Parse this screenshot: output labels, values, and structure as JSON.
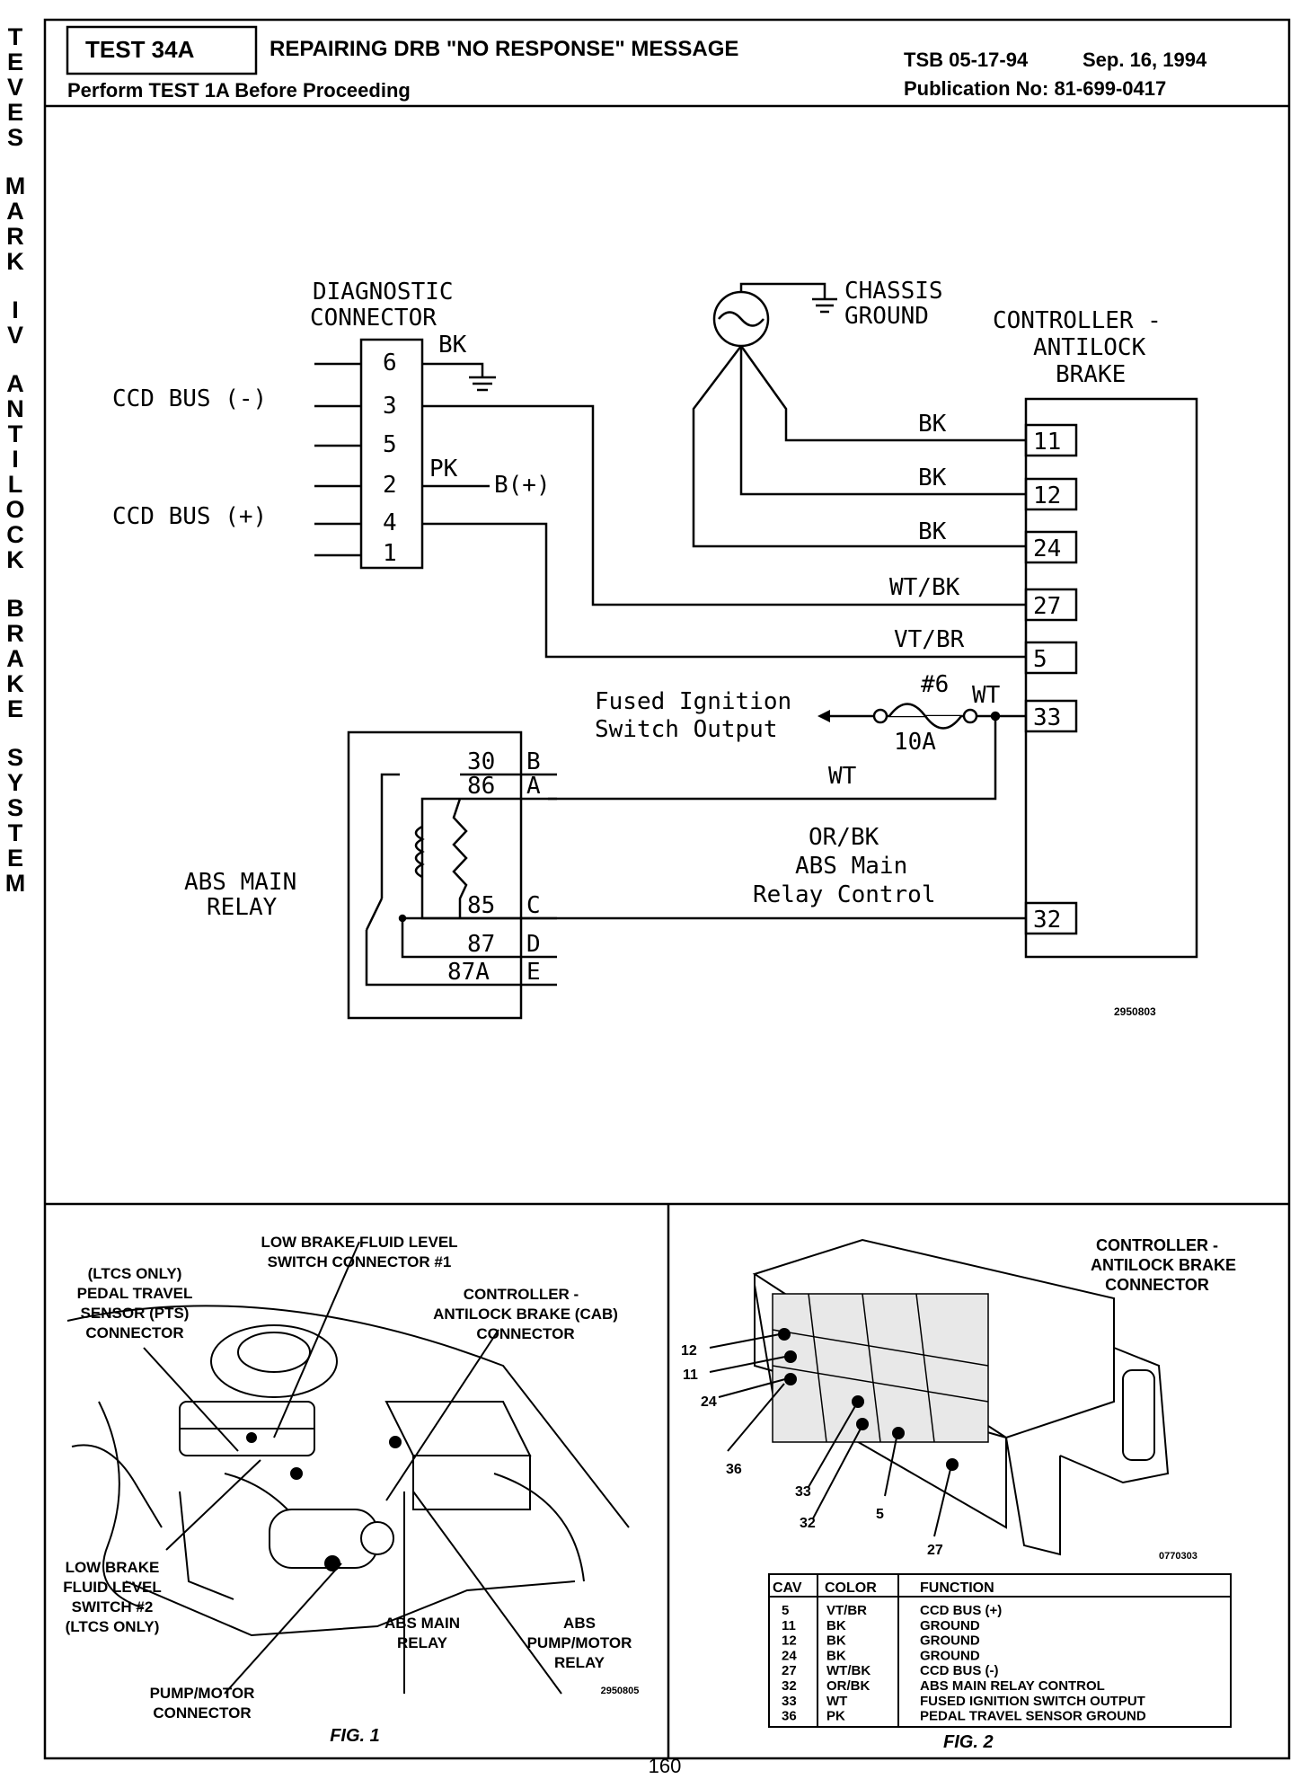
{
  "side_title": "TEVES MARK IV ANTILOCK BRAKE SYSTEM",
  "header": {
    "test_id": "TEST 34A",
    "title": "REPAIRING DRB \"NO RESPONSE\" MESSAGE",
    "tsb": "TSB 05-17-94",
    "date": "Sep. 16, 1994",
    "prerequisite": "Perform TEST 1A Before Proceeding",
    "publication": "Publication No:  81-699-0417"
  },
  "schematic": {
    "diag_connector_title_1": "DIAGNOSTIC",
    "diag_connector_title_2": "CONNECTOR",
    "pins": [
      "6",
      "3",
      "5",
      "2",
      "4",
      "1"
    ],
    "ccd_bus_minus": "CCD BUS (-)",
    "ccd_bus_plus": "CCD BUS (+)",
    "wire_bk_ground": "BK",
    "wire_pk": "PK",
    "b_plus": "B(+)",
    "chassis_ground_1": "CHASSIS",
    "chassis_ground_2": "GROUND",
    "controller_1": "CONTROLLER -",
    "controller_2": "ANTILOCK",
    "controller_3": "BRAKE",
    "controller_wires": [
      {
        "color": "BK",
        "cav": "11"
      },
      {
        "color": "BK",
        "cav": "12"
      },
      {
        "color": "BK",
        "cav": "24"
      },
      {
        "color": "WT/BK",
        "cav": "27"
      },
      {
        "color": "VT/BR",
        "cav": "5"
      },
      {
        "color": "WT",
        "cav": "33"
      },
      {
        "color": "",
        "cav": "32"
      }
    ],
    "fused_1": "Fused Ignition",
    "fused_2": "Switch Output",
    "fuse_no": "#6",
    "fuse_amps": "10A",
    "relay_wire": "WT",
    "relay_ctrl_1": "OR/BK",
    "relay_ctrl_2": "ABS Main",
    "relay_ctrl_3": "Relay Control",
    "relay_name_1": "ABS MAIN",
    "relay_name_2": "RELAY",
    "relay_terminals": [
      {
        "num": "30",
        "letter": "B"
      },
      {
        "num": "86",
        "letter": "A"
      },
      {
        "num": "85",
        "letter": "C"
      },
      {
        "num": "87",
        "letter": "D"
      },
      {
        "num": "87A",
        "letter": "E"
      }
    ],
    "figure_code": "2950803"
  },
  "fig1": {
    "caption": "FIG. 1",
    "code": "2950805",
    "labels": {
      "low_brake_1": "LOW BRAKE FLUID LEVEL",
      "low_brake_2": "SWITCH CONNECTOR #1",
      "ltcs_1": "(LTCS ONLY)",
      "ltcs_2": "PEDAL TRAVEL",
      "ltcs_3": "SENSOR (PTS)",
      "ltcs_4": "CONNECTOR",
      "cab_1": "CONTROLLER -",
      "cab_2": "ANTILOCK BRAKE (CAB)",
      "cab_3": "CONNECTOR",
      "sw2_1": "LOW BRAKE",
      "sw2_2": "FLUID LEVEL",
      "sw2_3": "SWITCH #2",
      "sw2_4": "(LTCS ONLY)",
      "relay_1": "ABS MAIN",
      "relay_2": "RELAY",
      "pump_relay_1": "ABS",
      "pump_relay_2": "PUMP/MOTOR",
      "pump_relay_3": "RELAY",
      "pump_conn_1": "PUMP/MOTOR",
      "pump_conn_2": "CONNECTOR"
    }
  },
  "fig2": {
    "caption": "FIG. 2",
    "code": "0770303",
    "title_1": "CONTROLLER -",
    "title_2": "ANTILOCK BRAKE",
    "title_3": "CONNECTOR",
    "callouts": [
      "12",
      "11",
      "24",
      "36",
      "33",
      "32",
      "5",
      "27"
    ],
    "table_headers": [
      "CAV",
      "COLOR",
      "FUNCTION"
    ],
    "table_rows": [
      [
        "5",
        "VT/BR",
        "CCD BUS (+)"
      ],
      [
        "11",
        "BK",
        "GROUND"
      ],
      [
        "12",
        "BK",
        "GROUND"
      ],
      [
        "24",
        "BK",
        "GROUND"
      ],
      [
        "27",
        "WT/BK",
        "CCD BUS (-)"
      ],
      [
        "32",
        "OR/BK",
        "ABS MAIN RELAY CONTROL"
      ],
      [
        "33",
        "WT",
        "FUSED IGNITION SWITCH OUTPUT"
      ],
      [
        "36",
        "PK",
        "PEDAL TRAVEL SENSOR GROUND"
      ]
    ]
  },
  "page_number": "160"
}
